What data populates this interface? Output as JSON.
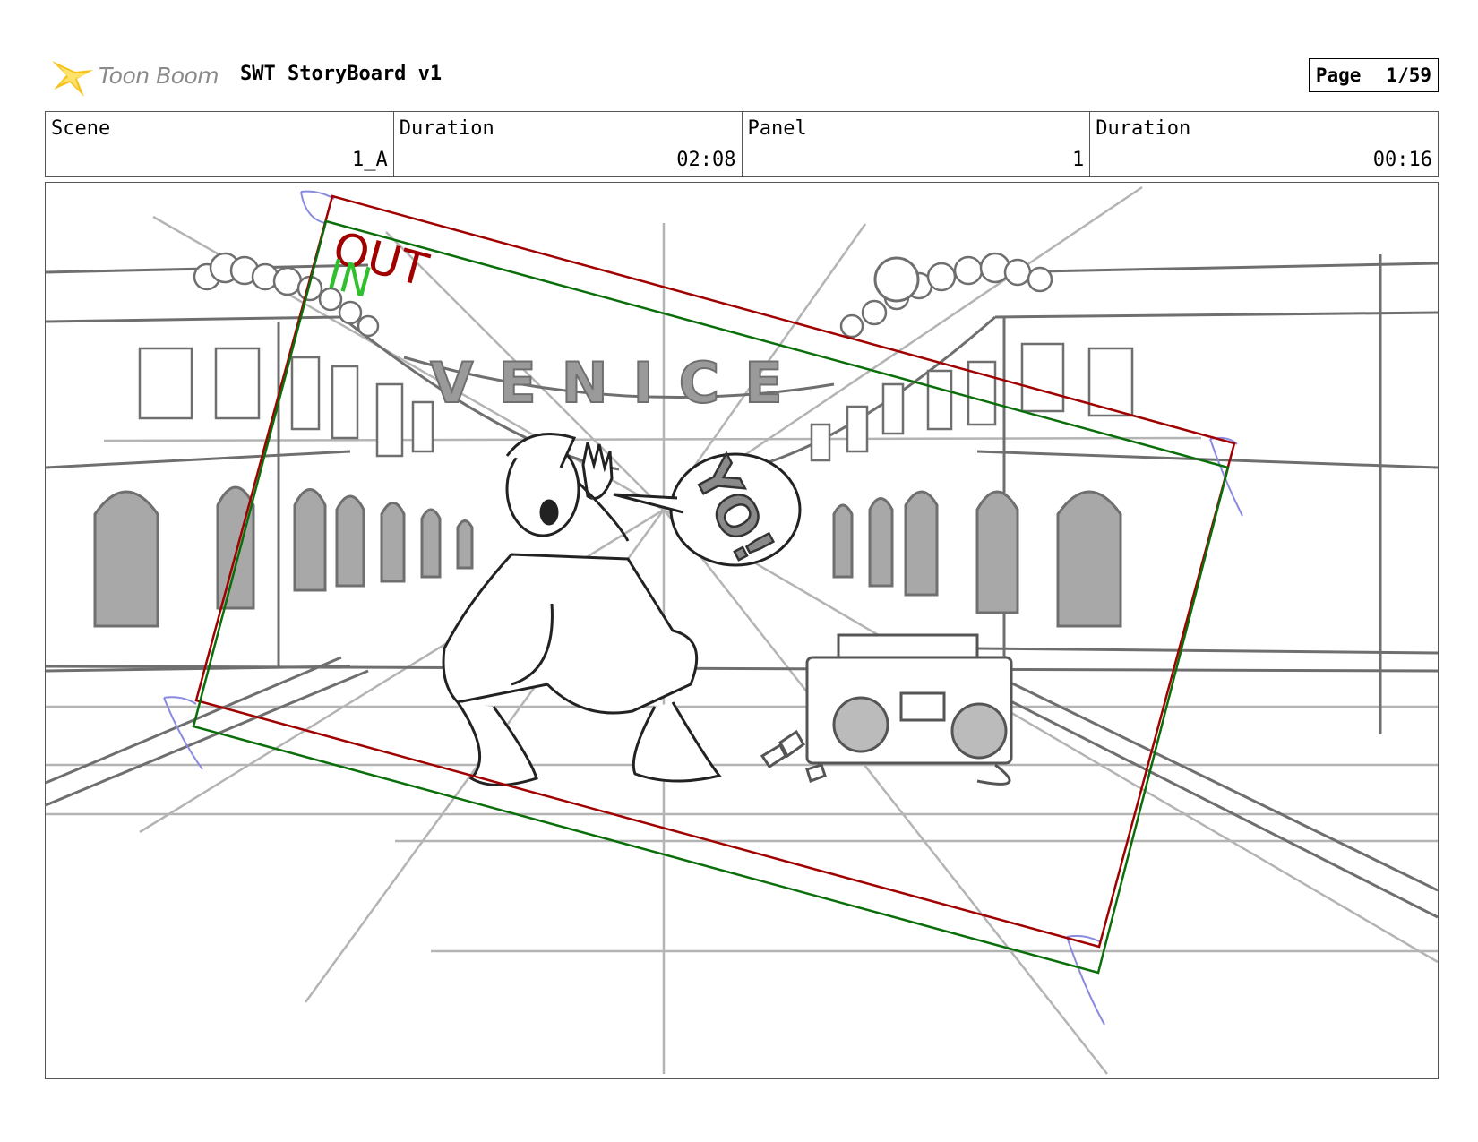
{
  "header": {
    "logo_text": "Toon Boom",
    "title": "SWT StoryBoard v1",
    "page_label": "Page",
    "page_value": "1/59"
  },
  "info": {
    "scene_label": "Scene",
    "scene_value": "1_A",
    "scene_duration_label": "Duration",
    "scene_duration_value": "02:08",
    "panel_label": "Panel",
    "panel_value": "1",
    "panel_duration_label": "Duration",
    "panel_duration_value": "00:16"
  },
  "panel": {
    "out_label": "OUT",
    "in_label": "IN",
    "banner_text": "VENICE",
    "speech_text": "YO!",
    "colors": {
      "out_frame": "#a00000",
      "in_frame": "#0a6e0a",
      "in_label": "#2fbf2f",
      "pivot_handles": "#8a8ae0",
      "sketch": "#666666"
    }
  }
}
